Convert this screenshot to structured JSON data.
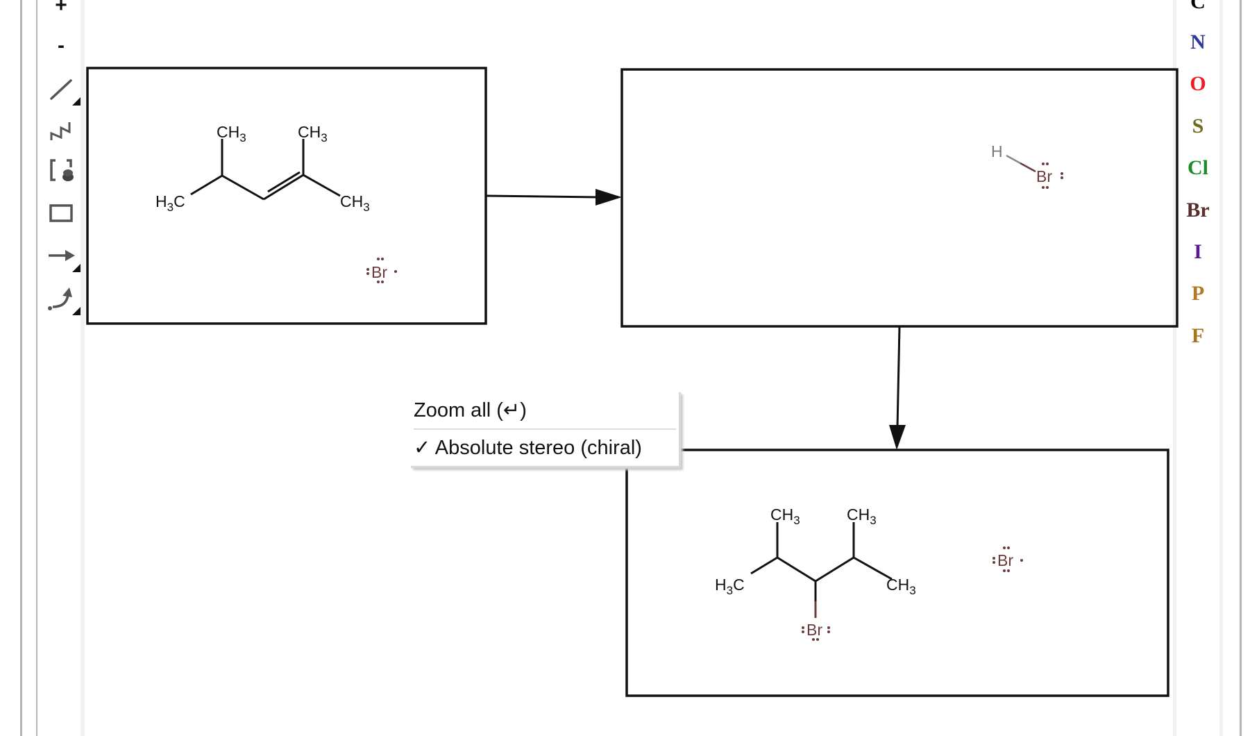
{
  "left_toolbar": {
    "zoom_in": "+",
    "zoom_out": "-",
    "tools": [
      "single-bond",
      "chain",
      "bracket",
      "rectangle",
      "reaction-arrow",
      "curved-arrow"
    ]
  },
  "element_palette": [
    {
      "symbol": "C",
      "color": "#000000"
    },
    {
      "symbol": "N",
      "color": "#303a9a"
    },
    {
      "symbol": "O",
      "color": "#ee1c25"
    },
    {
      "symbol": "S",
      "color": "#6f6a1e"
    },
    {
      "symbol": "Cl",
      "color": "#1f8c26"
    },
    {
      "symbol": "Br",
      "color": "#5a2d2d"
    },
    {
      "symbol": "I",
      "color": "#5b1a8c"
    },
    {
      "symbol": "P",
      "color": "#b07a27"
    },
    {
      "symbol": "F",
      "color": "#a6741e"
    }
  ],
  "labels": {
    "c": "C",
    "h": "H",
    "ch": "CH",
    "sub3": "3",
    "br": "Br"
  },
  "context_menu": {
    "items": [
      {
        "label": "Zoom all (↵)",
        "checked": false
      },
      {
        "label": "Absolute stereo (chiral)",
        "checked": true,
        "check_mark": "✓"
      }
    ]
  },
  "colors": {
    "bromine": "#6b3b3b",
    "bond": "#111111"
  }
}
